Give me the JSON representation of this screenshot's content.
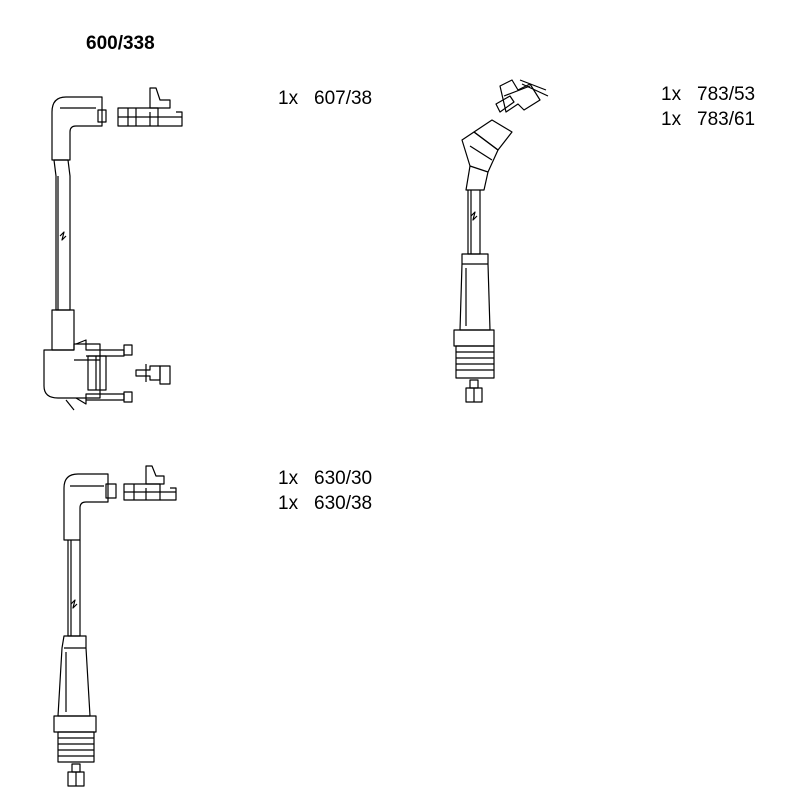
{
  "title": "600/338",
  "groups": [
    {
      "items": [
        {
          "qty": "1x",
          "part": "607/38"
        }
      ]
    },
    {
      "items": [
        {
          "qty": "1x",
          "part": "783/53"
        },
        {
          "qty": "1x",
          "part": "783/61"
        }
      ]
    },
    {
      "items": [
        {
          "qty": "1x",
          "part": "630/30"
        },
        {
          "qty": "1x",
          "part": "630/38"
        }
      ]
    }
  ],
  "colors": {
    "line": "#000000",
    "background": "#ffffff"
  }
}
